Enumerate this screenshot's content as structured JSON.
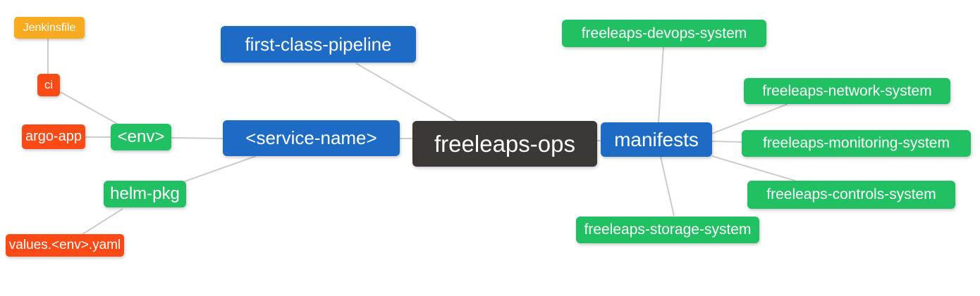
{
  "colors": {
    "root_bg": "#3b3836",
    "branch_blue": "#1e6bc6",
    "leaf_green": "#21c063",
    "leaf_red": "#fb4a16",
    "leaf_orange": "#f9ab20",
    "node_text": "#ffffff",
    "edge_line": "#cccccc",
    "background": "#ffffff"
  },
  "nodes": {
    "freeleaps_ops": {
      "label": "freeleaps-ops"
    },
    "first_class_pipeline": {
      "label": "first-class-pipeline"
    },
    "service_name": {
      "label": "<service-name>"
    },
    "env": {
      "label": "<env>"
    },
    "ci": {
      "label": "ci"
    },
    "jenkinsfile": {
      "label": "Jenkinsfile"
    },
    "argo_app": {
      "label": "argo-app"
    },
    "helm_pkg": {
      "label": "helm-pkg"
    },
    "values_env_yaml": {
      "label": "values.<env>.yaml"
    },
    "manifests": {
      "label": "manifests"
    },
    "devops_system": {
      "label": "freeleaps-devops-system"
    },
    "network_system": {
      "label": "freeleaps-network-system"
    },
    "monitoring_system": {
      "label": "freeleaps-monitoring-system"
    },
    "controls_system": {
      "label": "freeleaps-controls-system"
    },
    "storage_system": {
      "label": "freeleaps-storage-system"
    }
  }
}
